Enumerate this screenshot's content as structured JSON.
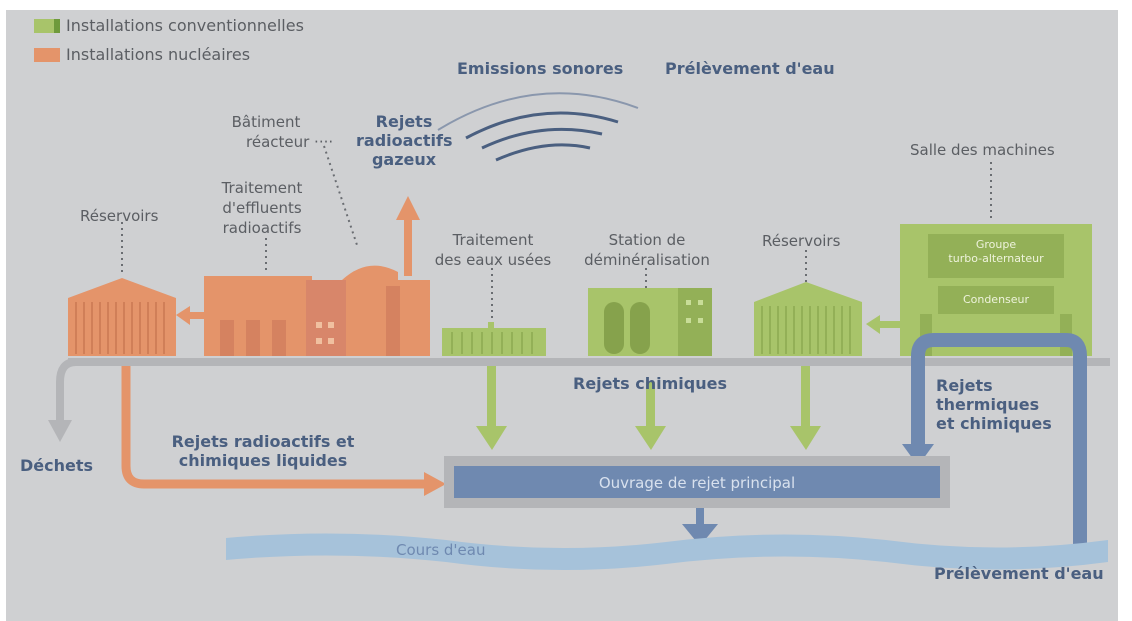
{
  "legend": {
    "conventional": "Installations conventionnelles",
    "nuclear": "Installations nucléaires"
  },
  "labels": {
    "noise": "Emissions sonores",
    "water_intake_top": "Prélèvement d'eau",
    "reactor_building": [
      "Bâtiment",
      "réacteur ····"
    ],
    "gaseous_releases": [
      "Rejets",
      "radioactifs",
      "gazeux"
    ],
    "reservoirs_left": "Réservoirs",
    "effluent_treatment": [
      "Traitement",
      "d'effluents",
      "radioactifs"
    ],
    "wastewater_treatment": [
      "Traitement",
      "des eaux usées"
    ],
    "demineralisation": [
      "Station de",
      "déminéralisation"
    ],
    "reservoirs_right": "Réservoirs",
    "machine_hall": "Salle des machines",
    "turbo_group": [
      "Groupe",
      "turbo-alternateur"
    ],
    "condenser": "Condenseur",
    "chemical_releases": "Rejets chimiques",
    "thermal_releases": [
      "Rejets",
      "thermiques",
      "et chimiques"
    ],
    "waste": "Déchets",
    "liquid_releases": [
      "Rejets radioactifs et",
      "chimiques liquides"
    ],
    "main_outfall": "Ouvrage de rejet principal",
    "watercourse": "Cours d'eau",
    "water_intake_bottom": "Prélèvement d'eau"
  },
  "colors": {
    "background": "#cfd0d2",
    "conventional": "#a8c46a",
    "nuclear": "#e4946a",
    "water_blue": "#6f89b0",
    "river": "#a6c2da",
    "ground": "#b4b5b8",
    "text": "#5b5e63",
    "bold_text": "#4a5f80"
  }
}
